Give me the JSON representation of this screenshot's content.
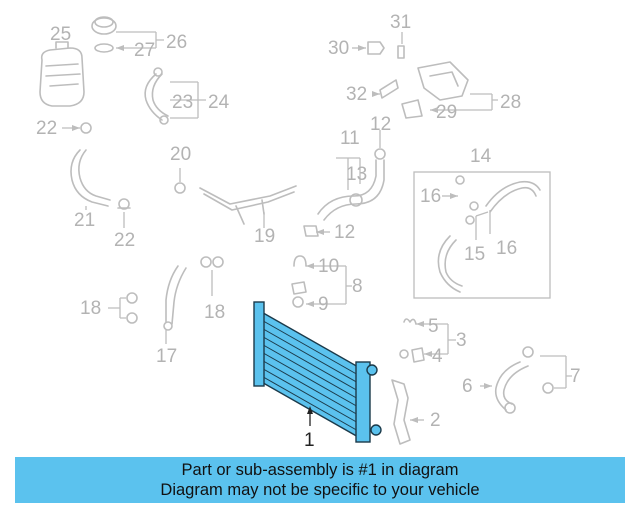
{
  "callouts": [
    {
      "id": "1",
      "text": "1"
    },
    {
      "id": "2",
      "text": "2"
    },
    {
      "id": "3",
      "text": "3"
    },
    {
      "id": "4",
      "text": "4"
    },
    {
      "id": "5",
      "text": "5"
    },
    {
      "id": "6",
      "text": "6"
    },
    {
      "id": "7",
      "text": "7"
    },
    {
      "id": "8",
      "text": "8"
    },
    {
      "id": "9",
      "text": "9"
    },
    {
      "id": "10",
      "text": "10"
    },
    {
      "id": "11",
      "text": "11"
    },
    {
      "id": "12a",
      "text": "12"
    },
    {
      "id": "12b",
      "text": "12"
    },
    {
      "id": "13",
      "text": "13"
    },
    {
      "id": "14",
      "text": "14"
    },
    {
      "id": "15",
      "text": "15"
    },
    {
      "id": "16a",
      "text": "16"
    },
    {
      "id": "16b",
      "text": "16"
    },
    {
      "id": "17",
      "text": "17"
    },
    {
      "id": "18a",
      "text": "18"
    },
    {
      "id": "18b",
      "text": "18"
    },
    {
      "id": "19",
      "text": "19"
    },
    {
      "id": "20",
      "text": "20"
    },
    {
      "id": "21",
      "text": "21"
    },
    {
      "id": "22a",
      "text": "22"
    },
    {
      "id": "22b",
      "text": "22"
    },
    {
      "id": "23",
      "text": "23"
    },
    {
      "id": "24",
      "text": "24"
    },
    {
      "id": "25",
      "text": "25"
    },
    {
      "id": "26",
      "text": "26"
    },
    {
      "id": "27",
      "text": "27"
    },
    {
      "id": "28",
      "text": "28"
    },
    {
      "id": "29",
      "text": "29"
    },
    {
      "id": "30",
      "text": "30"
    },
    {
      "id": "31",
      "text": "31"
    },
    {
      "id": "32",
      "text": "32"
    }
  ],
  "highlight_part": "1",
  "colors": {
    "highlight_fill": "#5bc2ee",
    "banner_bg": "#5bc2ee",
    "faded_parts": "#bdbdbd"
  },
  "banner": {
    "line1": "Part or sub-assembly is #1 in diagram",
    "line2": "Diagram may not be specific to your vehicle"
  }
}
